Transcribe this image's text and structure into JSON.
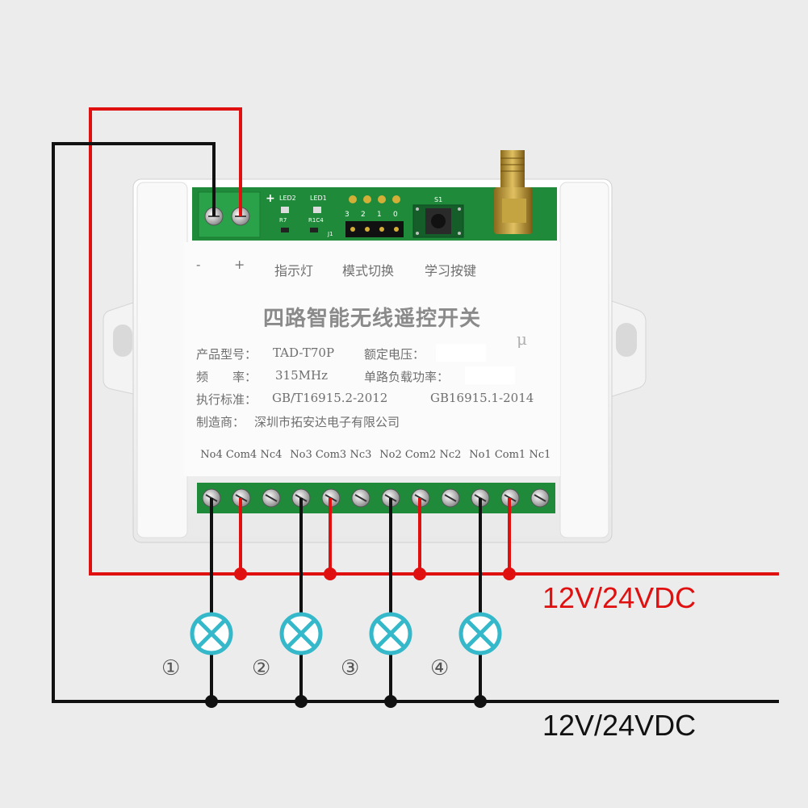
{
  "colors": {
    "positive_wire": "#e01010",
    "negative_wire": "#111111",
    "lamp": "#35b8c9",
    "pcb": "#1f8a3a",
    "case": "#f6f6f6"
  },
  "board": {
    "led_labels": [
      "LED2",
      "LED1"
    ],
    "jumper_pins": [
      "3",
      "2",
      "1",
      "0"
    ],
    "switch_label": "S1",
    "pcb_marks": [
      "R7",
      "R1C4",
      "J1"
    ]
  },
  "panel": {
    "polarity_minus": "-",
    "polarity_plus": "+",
    "function_labels": [
      "指示灯",
      "模式切换",
      "学习按键"
    ],
    "title": "四路智能无线遥控开关",
    "mu_mark": "μ",
    "spec_rows": [
      {
        "label": "产品型号：",
        "value": "TAD-T70P",
        "label2": "额定电压：",
        "value2": ""
      },
      {
        "label": "频　　率：",
        "value": "315MHz",
        "label2": "单路负载功率：",
        "value2": ""
      },
      {
        "label": "执行标准：",
        "value": "GB/T16915.2-2012",
        "label2": "",
        "value2": "GB16915.1-2014"
      },
      {
        "label": "制造商：",
        "value": "深圳市拓安达电子有限公司",
        "label2": "",
        "value2": ""
      }
    ],
    "terminal_labels": [
      "No4",
      "Com4",
      "Nc4",
      "No3",
      "Com3",
      "Nc3",
      "No2",
      "Com2",
      "Nc2",
      "No1",
      "Com1",
      "Nc1"
    ]
  },
  "circuit": {
    "positive_label": "12V/24VDC",
    "negative_label": "12V/24VDC",
    "channel_marks": [
      "①",
      "②",
      "③",
      "④"
    ]
  }
}
